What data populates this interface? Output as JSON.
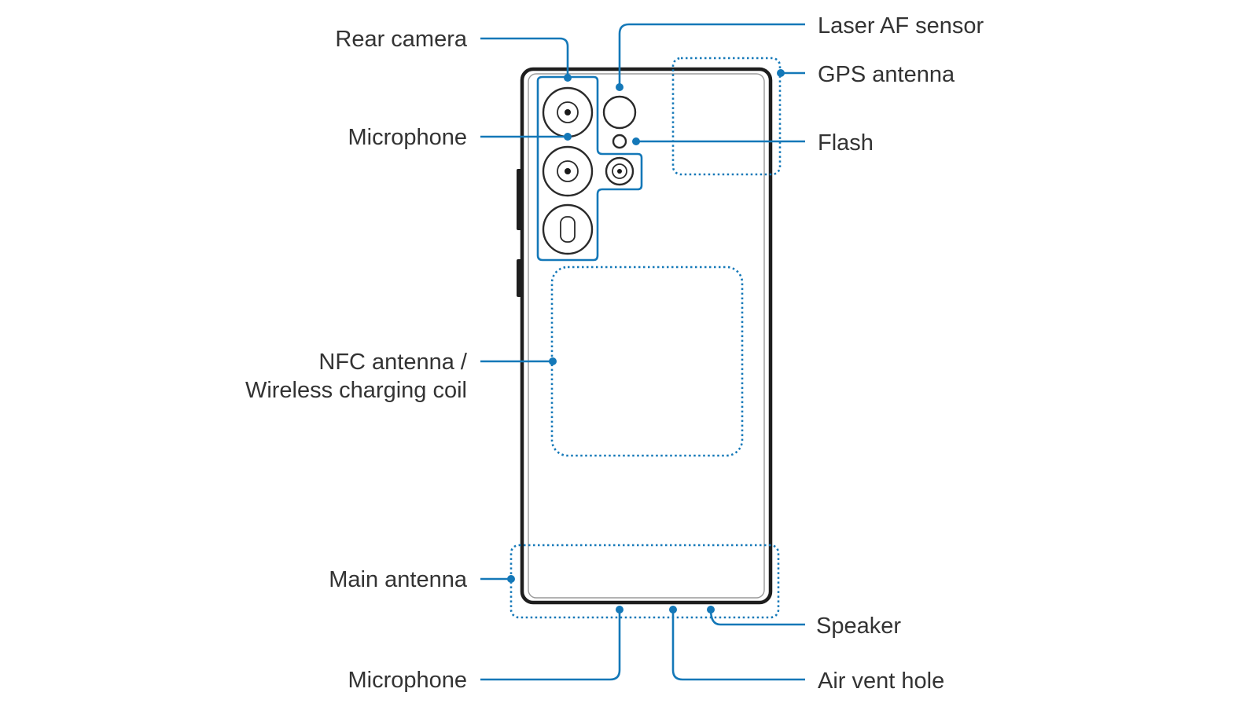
{
  "title": "",
  "colors": {
    "accent": "#1478b8",
    "outline": "#1e1e1e",
    "text": "#333333"
  },
  "labels": {
    "rear_camera": "Rear camera",
    "microphone_top": "Microphone",
    "nfc_line1": "NFC antenna /",
    "nfc_line2": "Wireless charging coil",
    "main_antenna": "Main antenna",
    "microphone_bottom": "Microphone",
    "laser_af": "Laser AF sensor",
    "gps_antenna": "GPS antenna",
    "flash": "Flash",
    "speaker": "Speaker",
    "air_vent": "Air vent hole"
  }
}
